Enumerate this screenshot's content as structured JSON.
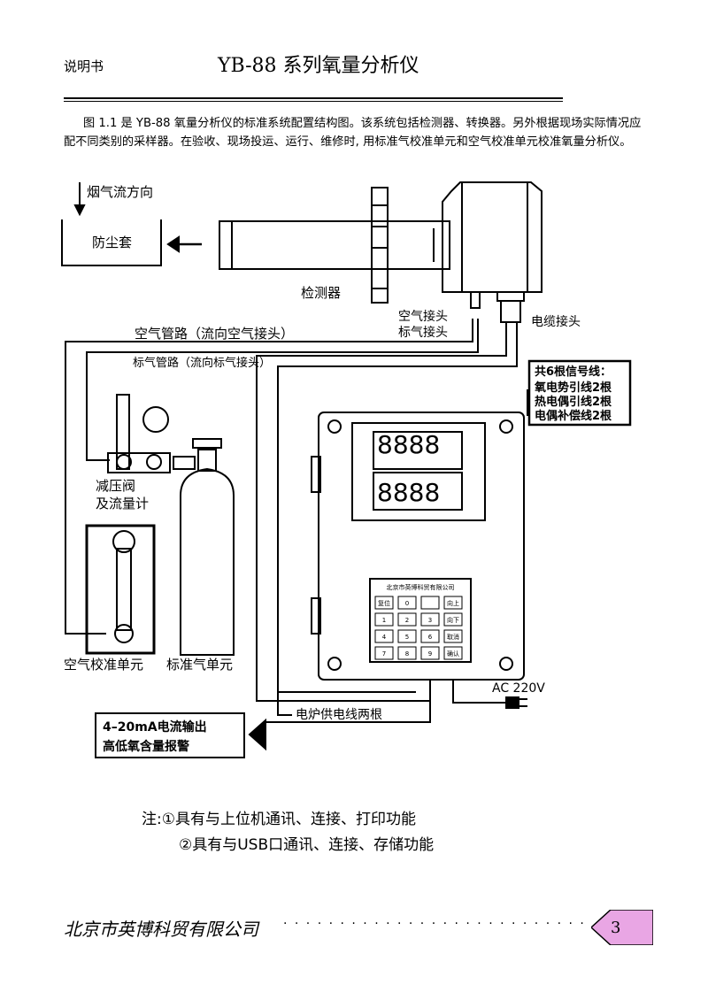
{
  "header": {
    "left": "说明书",
    "title": "YB-88 系列氧量分析仪"
  },
  "intro": "图 1.1 是 YB-88 氧量分析仪的标准系统配置结构图。该系统包括检测器、转换器。另外根据现场实际情况应配不同类别的采样器。在验收、现场投运、运行、维修时, 用标准气校准单元和空气校准单元校准氧量分析仪。",
  "diagram": {
    "flue_gas": "烟气流方向",
    "dust_cover": "防尘套",
    "detector": "检测器",
    "air_port": "空气接头",
    "cal_port": "标气接头",
    "cable_port": "电缆接头",
    "air_pipe": "空气管路（流向空气接头）",
    "cal_pipe": "标气管路（流向标气接头）",
    "signal_lines": [
      "共6根信号线：",
      "氧电势引线2根",
      "热电偶引线2根",
      "电偶补偿线2根"
    ],
    "regulator": [
      "减压阀",
      "及流量计"
    ],
    "air_cal_unit": "空气校准单元",
    "std_gas_unit": "标准气单元",
    "ac": "AC  220V",
    "heater_lines": "电炉供电线两根",
    "output": [
      "4–20mA电流输出",
      "高低氧含量报警"
    ],
    "keypad_company": "北京市英博科贸有限公司",
    "keys": [
      "复位",
      "0",
      "",
      "向上",
      "1",
      "2",
      "3",
      "向下",
      "4",
      "5",
      "6",
      "取消",
      "7",
      "8",
      "9",
      "确认"
    ]
  },
  "notes": {
    "line1": "注:①具有与上位机通讯、连接、打印功能",
    "line2": "②具有与USB口通讯、连接、存储功能"
  },
  "footer": {
    "company": "北京市英博科贸有限公司",
    "dots": "· · · · · · · · · · · · · · · · · · · · · · · · · · · · · · · · · ·",
    "page": "3"
  }
}
